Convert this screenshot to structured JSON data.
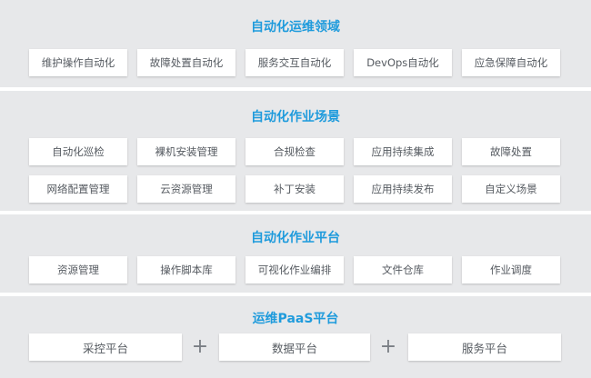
{
  "colors": {
    "band_bg": "#e7e8ea",
    "title": "#1f9bdc",
    "box_bg": "#ffffff",
    "box_text": "#555a60"
  },
  "sections": [
    {
      "title": "自动化运维领域",
      "rows": [
        [
          "维护操作自动化",
          "故障处置自动化",
          "服务交互自动化",
          "DevOps自动化",
          "应急保障自动化"
        ]
      ]
    },
    {
      "title": "自动化作业场景",
      "rows": [
        [
          "自动化巡检",
          "裸机安装管理",
          "合规检查",
          "应用持续集成",
          "故障处置"
        ],
        [
          "网络配置管理",
          "云资源管理",
          "补丁安装",
          "应用持续发布",
          "自定义场景"
        ]
      ]
    },
    {
      "title": "自动化作业平台",
      "rows": [
        [
          "资源管理",
          "操作脚本库",
          "可视化作业编排",
          "文件仓库",
          "作业调度"
        ]
      ]
    },
    {
      "title": "运维PaaS平台",
      "platforms": [
        "采控平台",
        "数据平台",
        "服务平台"
      ],
      "plus": [
        "+",
        "+"
      ]
    }
  ]
}
